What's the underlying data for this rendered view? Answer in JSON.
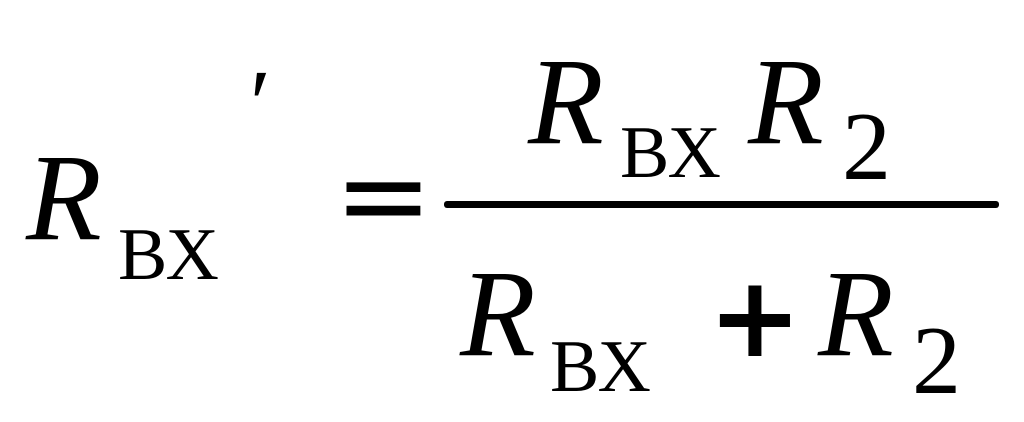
{
  "formula": {
    "lhs": {
      "symbol": "R",
      "subscript": "ВХ",
      "prime": "′"
    },
    "equals": "=",
    "numerator": {
      "factor1_symbol": "R",
      "factor1_subscript": "ВХ",
      "factor2_symbol": "R",
      "factor2_subscript": "2"
    },
    "denominator": {
      "term1_symbol": "R",
      "term1_subscript": "ВХ",
      "operator": "+",
      "term2_symbol": "R",
      "term2_subscript": "2"
    }
  }
}
